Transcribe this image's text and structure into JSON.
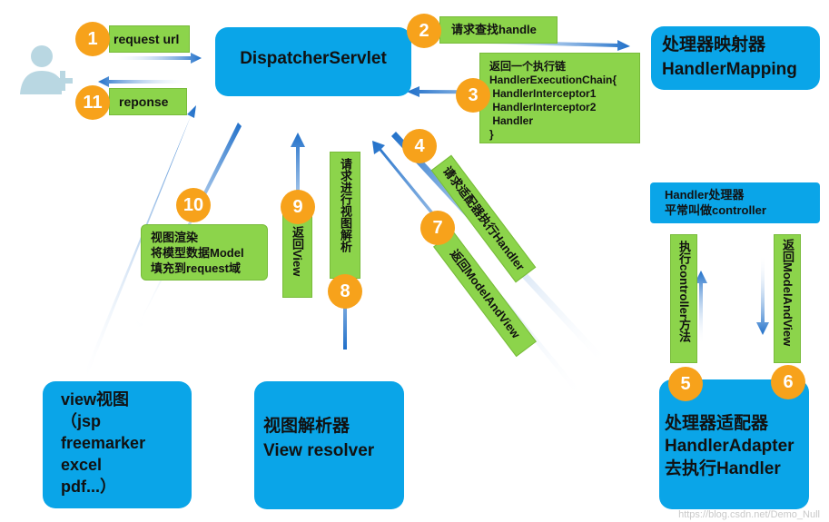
{
  "title": "DispatcherServlet",
  "nodes": {
    "handler_mapping": [
      "处理器映射器",
      "HandlerMapping"
    ],
    "view": [
      "view视图",
      "（jsp",
      "freemarker",
      "excel",
      "pdf...）"
    ],
    "view_resolver": [
      "视图解析器",
      "View resolver"
    ],
    "handler_adapter": [
      "处理器适配器",
      "HandlerAdapter",
      "去执行Handler"
    ],
    "handler_note": [
      "Handler处理器",
      "平常叫做controller"
    ]
  },
  "steps": [
    {
      "num": "1",
      "label": "request url"
    },
    {
      "num": "2",
      "label": "请求查找handle"
    },
    {
      "num": "3",
      "lines": [
        "返回一个执行链",
        "HandlerExecutionChain{",
        " HandlerInterceptor1",
        " HandlerInterceptor2",
        " Handler",
        "}"
      ]
    },
    {
      "num": "4",
      "label": "请求适配器执行Handler"
    },
    {
      "num": "5",
      "label": "执行controller方法"
    },
    {
      "num": "6",
      "label": "返回ModelAndView"
    },
    {
      "num": "7",
      "label": "返回ModelAndView"
    },
    {
      "num": "8",
      "label": "请求进行视图解析"
    },
    {
      "num": "9",
      "label": "返回View"
    },
    {
      "num": "10",
      "lines": [
        "视图渲染",
        "将模型数据Model",
        "填充到request域"
      ]
    },
    {
      "num": "11",
      "label": "reponse"
    }
  ],
  "watermark": "https://blog.csdn.net/Demo_Null",
  "colors": {
    "node": "#0aa5e8",
    "label": "#8cd44b",
    "badge": "#f7a21b",
    "arrow": "#1f6fc9"
  },
  "icons": {
    "user": "user-add-icon"
  }
}
